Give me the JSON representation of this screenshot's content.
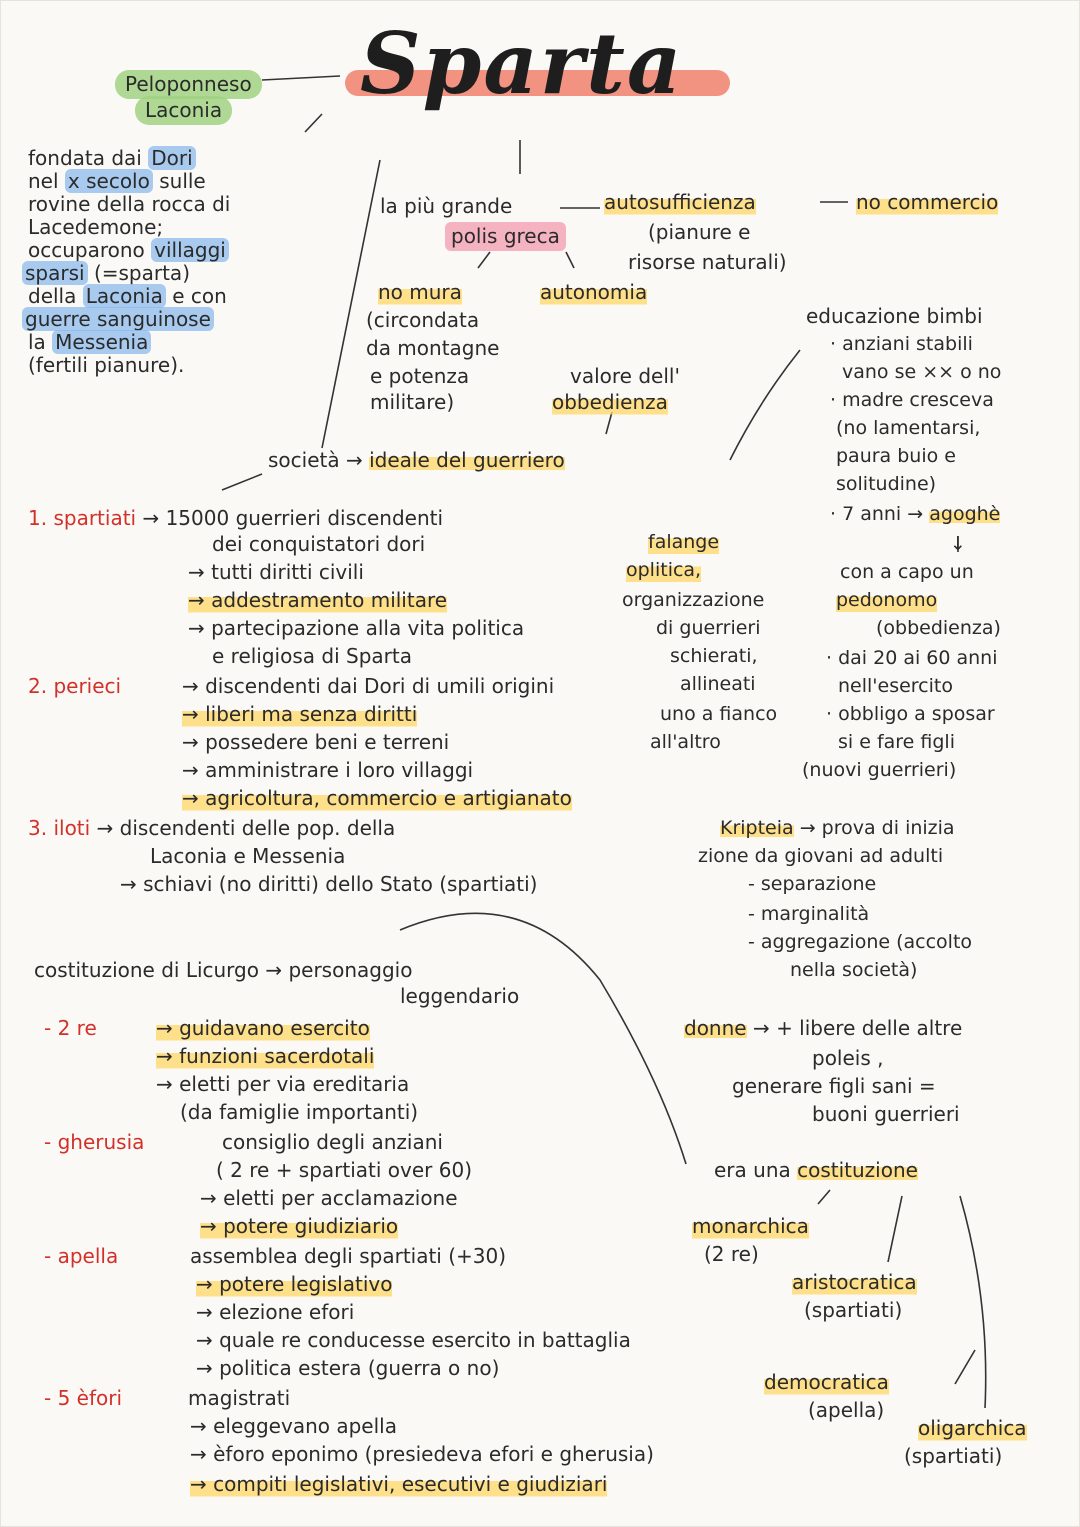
{
  "title": "Sparta",
  "location": {
    "line1": "Peloponneso",
    "line2": "Laconia"
  },
  "founding": {
    "l1_a": "fondata dai",
    "l1_b": "Dori",
    "l2_a": "nel",
    "l2_b": "x secolo",
    "l2_c": "sulle",
    "l3": "rovine della rocca di",
    "l4": "Lacedemone;",
    "l5_a": "occuparono",
    "l5_b": "villaggi",
    "l6_a": "sparsi",
    "l6_b": "(=sparta)",
    "l7_a": "della",
    "l7_b": "Laconia",
    "l7_c": "e con",
    "l8": "guerre sanguinose",
    "l9_a": "la",
    "l9_b": "Messenia",
    "l10": "(fertili pianure)."
  },
  "polis": {
    "greatest": "la più grande",
    "polis": "polis greca",
    "autosufficienza": "autosufficienza",
    "no_commercio": "no commercio",
    "pianure": "(pianure e",
    "risorse": "risorse naturali)",
    "no_mura": "no mura",
    "autonomia": "autonomia",
    "circondata": "(circondata",
    "montagne": "da montagne",
    "potenza": "e potenza",
    "militare": "militare)",
    "valore": "valore dell'",
    "obbedienza": "obbedienza",
    "societa": "società",
    "ideale": "ideale del guerriero"
  },
  "education": {
    "title": "educazione bimbi",
    "l1": "· anziani stabili",
    "l2": "vano se ×× o no",
    "l3": "· madre cresceva",
    "l4": "(no lamentarsi,",
    "l5": "paura buio e",
    "l6": "solitudine)",
    "l7_a": "· 7 anni →",
    "l7_b": "agoghè",
    "l8": "↓",
    "l9": "con a capo un",
    "l10": "pedonomo",
    "l11": "(obbedienza)",
    "l12": "· dai 20 ai 60 anni",
    "l13": "nell'esercito",
    "l14": "· obbligo a sposar",
    "l15": "si e fare figli",
    "l16": "(nuovi guerrieri)"
  },
  "falange": {
    "l1": "falange",
    "l2": "oplitica,",
    "l3": "organizzazione",
    "l4": "di guerrieri",
    "l5": "schierati,",
    "l6": "allineati",
    "l7": "uno a fianco",
    "l8": "all'altro"
  },
  "classes": {
    "c1_num": "1.",
    "c1_name": "spartiati",
    "c1_l1": "→ 15000 guerrieri discendenti",
    "c1_l2": "dei conquistatori dori",
    "c1_l3": "→ tutti diritti civili",
    "c1_l4": "→ addestramento militare",
    "c1_l5": "→ partecipazione alla vita politica",
    "c1_l6": "e religiosa di Sparta",
    "c2_num": "2.",
    "c2_name": "perieci",
    "c2_l1": "→ discendenti dai Dori di umili origini",
    "c2_l2": "→ liberi ma senza diritti",
    "c2_l3": "→ possedere beni e terreni",
    "c2_l4": "→ amministrare i loro villaggi",
    "c2_l5": "→ agricoltura, commercio e artigianato",
    "c3_num": "3.",
    "c3_name": "iloti",
    "c3_l1": "→ discendenti delle pop. della",
    "c3_l2": "Laconia e Messenia",
    "c3_l3": "→ schiavi (no diritti) dello Stato (spartiati)"
  },
  "kripteia": {
    "l1_a": "Kripteia",
    "l1_b": "→ prova di inizia",
    "l2": "zione da giovani ad adulti",
    "l3": "- separazione",
    "l4": "- marginalità",
    "l5": "- aggregazione (accolto",
    "l6": "nella società)"
  },
  "constitution": {
    "title_a": "costituzione di",
    "title_b": "Licurgo → personaggio",
    "title_c": "leggendario",
    "re_label": "- 2 re",
    "re_l1": "→ guidavano esercito",
    "re_l2": "→ funzioni sacerdotali",
    "re_l3": "→ eletti per via ereditaria",
    "re_l4": "(da famiglie importanti)",
    "ger_label": "- gherusia",
    "ger_l1": "consiglio degli anziani",
    "ger_l2": "( 2 re + spartiati over 60)",
    "ger_l3": "→ eletti per acclamazione",
    "ger_l4": "→ potere giudiziario",
    "ap_label": "- apella",
    "ap_l1": "assemblea degli spartiati (+30)",
    "ap_l2": "→ potere legislativo",
    "ap_l3": "→ elezione efori",
    "ap_l4": "→ quale re conducesse esercito in battaglia",
    "ap_l5": "→ politica estera (guerra o no)",
    "ef_label": "- 5 èfori",
    "ef_l1": "magistrati",
    "ef_l2": "→ eleggevano apella",
    "ef_l3": "→ èforo eponimo (presiedeva efori e gherusia)",
    "ef_l4": "→ compiti legislativi, esecutivi e giudiziari"
  },
  "women": {
    "l1_a": "donne",
    "l1_b": "→ + libere delle altre",
    "l2": "poleis ,",
    "l3": "generare figli sani =",
    "l4": "buoni guerrieri"
  },
  "cost_type": {
    "era": "era una",
    "cost": "costituzione",
    "mon": "monarchica",
    "mon_s": "(2 re)",
    "ari": "aristocratica",
    "ari_s": "(spartiati)",
    "dem": "democratica",
    "dem_s": "(apella)",
    "oli": "oligarchica",
    "oli_s": "(spartiati)"
  }
}
